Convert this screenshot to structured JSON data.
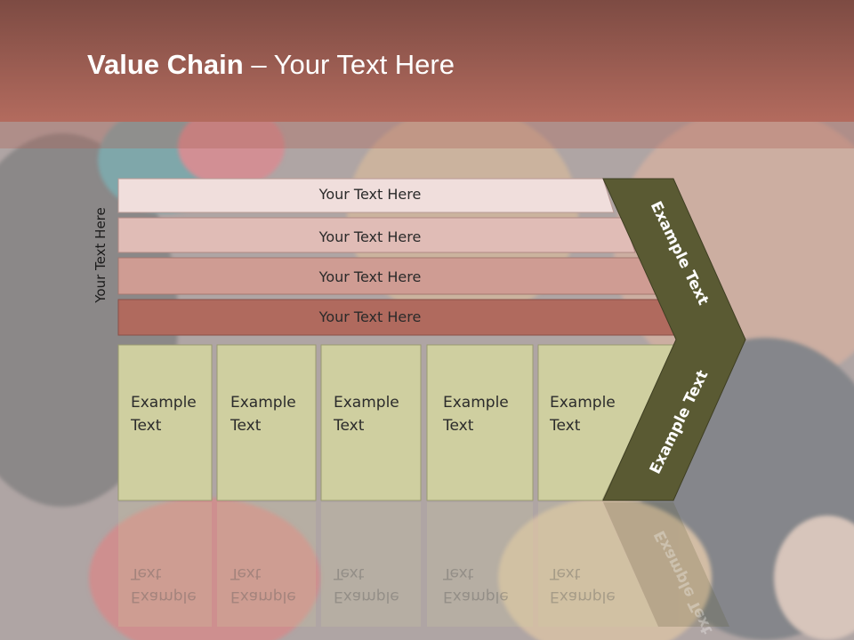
{
  "slide": {
    "title_bold": "Value Chain",
    "title_rest": " – Your Text Here",
    "side_label": "Your Text Here"
  },
  "rows": [
    {
      "label": "Your Text Here",
      "color": "#f0dedc"
    },
    {
      "label": "Your Text Here",
      "color": "#e0bcb6"
    },
    {
      "label": "Your Text Here",
      "color": "#cf9c93"
    },
    {
      "label": "Your Text Here",
      "color": "#b06a5e"
    }
  ],
  "boxes": [
    {
      "line1": "Example",
      "line2": "Text"
    },
    {
      "line1": "Example",
      "line2": "Text"
    },
    {
      "line1": "Example",
      "line2": "Text"
    },
    {
      "line1": "Example",
      "line2": "Text"
    },
    {
      "line1": "Example",
      "line2": "Text"
    }
  ],
  "chevron": {
    "upper_label": "Example Text",
    "lower_label": "Example Text",
    "color": "#5a5a33",
    "box_color": "#cfcfa0"
  }
}
